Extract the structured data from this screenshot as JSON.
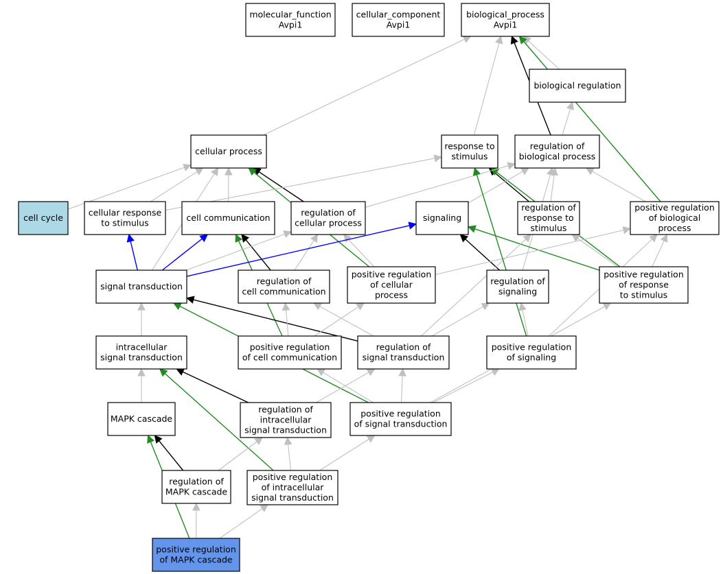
{
  "colors": {
    "background": "#ffffff",
    "node_fill": "#ffffff",
    "node_border": "#000000",
    "highlight_query": "#6495ed",
    "highlight_related": "#add8e6",
    "edge_is_a": "#c0c0c0",
    "edge_regulates": "#000000",
    "edge_positively_regulates": "#228b22",
    "edge_part_of": "#0000ff"
  },
  "nodes": [
    {
      "id": "molecular_function",
      "lines": [
        "molecular_function",
        "Avpi1"
      ],
      "fill": "#ffffff"
    },
    {
      "id": "cellular_component",
      "lines": [
        "cellular_component",
        "Avpi1"
      ],
      "fill": "#ffffff"
    },
    {
      "id": "biological_process",
      "lines": [
        "biological_process",
        "Avpi1"
      ],
      "fill": "#ffffff"
    },
    {
      "id": "biological_regulation",
      "lines": [
        "biological regulation"
      ],
      "fill": "#ffffff"
    },
    {
      "id": "cellular_process",
      "lines": [
        "cellular process"
      ],
      "fill": "#ffffff"
    },
    {
      "id": "response_to_stimulus",
      "lines": [
        "response to",
        "stimulus"
      ],
      "fill": "#ffffff"
    },
    {
      "id": "regulation_of_biological_process",
      "lines": [
        "regulation of",
        "biological process"
      ],
      "fill": "#ffffff"
    },
    {
      "id": "cell_cycle",
      "lines": [
        "cell cycle"
      ],
      "fill": "#add8e6"
    },
    {
      "id": "cellular_response_to_stimulus",
      "lines": [
        "cellular response",
        "to stimulus"
      ],
      "fill": "#ffffff"
    },
    {
      "id": "cell_communication",
      "lines": [
        "cell communication"
      ],
      "fill": "#ffffff"
    },
    {
      "id": "regulation_of_cellular_process",
      "lines": [
        "regulation of",
        "cellular process"
      ],
      "fill": "#ffffff"
    },
    {
      "id": "signaling",
      "lines": [
        "signaling"
      ],
      "fill": "#ffffff"
    },
    {
      "id": "regulation_of_response_to_stimulus",
      "lines": [
        "regulation of",
        "response to",
        "stimulus"
      ],
      "fill": "#ffffff"
    },
    {
      "id": "positive_regulation_of_biological_process",
      "lines": [
        "positive regulation",
        "of biological",
        "process"
      ],
      "fill": "#ffffff"
    },
    {
      "id": "signal_transduction",
      "lines": [
        "signal transduction"
      ],
      "fill": "#ffffff"
    },
    {
      "id": "regulation_of_cell_communication",
      "lines": [
        "regulation of",
        "cell communication"
      ],
      "fill": "#ffffff"
    },
    {
      "id": "positive_regulation_of_cellular_process",
      "lines": [
        "positive regulation",
        "of cellular",
        "process"
      ],
      "fill": "#ffffff"
    },
    {
      "id": "regulation_of_signaling",
      "lines": [
        "regulation of",
        "signaling"
      ],
      "fill": "#ffffff"
    },
    {
      "id": "positive_regulation_of_response_to_stimulus",
      "lines": [
        "positive regulation",
        "of response",
        "to stimulus"
      ],
      "fill": "#ffffff"
    },
    {
      "id": "intracellular_signal_transduction",
      "lines": [
        "intracellular",
        "signal transduction"
      ],
      "fill": "#ffffff"
    },
    {
      "id": "positive_regulation_of_cell_communication",
      "lines": [
        "positive regulation",
        "of cell communication"
      ],
      "fill": "#ffffff"
    },
    {
      "id": "regulation_of_signal_transduction",
      "lines": [
        "regulation of",
        "signal transduction"
      ],
      "fill": "#ffffff"
    },
    {
      "id": "positive_regulation_of_signaling",
      "lines": [
        "positive regulation",
        "of signaling"
      ],
      "fill": "#ffffff"
    },
    {
      "id": "mapk_cascade",
      "lines": [
        "MAPK cascade"
      ],
      "fill": "#ffffff"
    },
    {
      "id": "regulation_of_intracellular_signal_transduction",
      "lines": [
        "regulation of",
        "intracellular",
        "signal transduction"
      ],
      "fill": "#ffffff"
    },
    {
      "id": "positive_regulation_of_signal_transduction",
      "lines": [
        "positive regulation",
        "of signal transduction"
      ],
      "fill": "#ffffff"
    },
    {
      "id": "regulation_of_mapk_cascade",
      "lines": [
        "regulation of",
        "MAPK cascade"
      ],
      "fill": "#ffffff"
    },
    {
      "id": "positive_regulation_of_intracellular_signal_transduction",
      "lines": [
        "positive regulation",
        "of intracellular",
        "signal transduction"
      ],
      "fill": "#ffffff"
    },
    {
      "id": "positive_regulation_of_mapk_cascade",
      "lines": [
        "positive regulation",
        "of MAPK cascade"
      ],
      "fill": "#6495ed"
    }
  ],
  "edges": [
    {
      "from": "cellular_process",
      "to": "biological_process",
      "type": "is_a"
    },
    {
      "from": "response_to_stimulus",
      "to": "biological_process",
      "type": "is_a"
    },
    {
      "from": "regulation_of_biological_process",
      "to": "biological_process",
      "type": "regulates"
    },
    {
      "from": "biological_regulation",
      "to": "biological_process",
      "type": "is_a"
    },
    {
      "from": "positive_regulation_of_biological_process",
      "to": "biological_process",
      "type": "positively_regulates"
    },
    {
      "from": "regulation_of_biological_process",
      "to": "biological_regulation",
      "type": "is_a"
    },
    {
      "from": "cell_cycle",
      "to": "cellular_process",
      "type": "is_a"
    },
    {
      "from": "cellular_response_to_stimulus",
      "to": "cellular_process",
      "type": "is_a"
    },
    {
      "from": "cell_communication",
      "to": "cellular_process",
      "type": "is_a"
    },
    {
      "from": "regulation_of_cellular_process",
      "to": "cellular_process",
      "type": "regulates"
    },
    {
      "from": "positive_regulation_of_cellular_process",
      "to": "cellular_process",
      "type": "positively_regulates"
    },
    {
      "from": "signal_transduction",
      "to": "cellular_process",
      "type": "is_a"
    },
    {
      "from": "cellular_response_to_stimulus",
      "to": "response_to_stimulus",
      "type": "is_a"
    },
    {
      "from": "regulation_of_response_to_stimulus",
      "to": "response_to_stimulus",
      "type": "regulates"
    },
    {
      "from": "positive_regulation_of_response_to_stimulus",
      "to": "response_to_stimulus",
      "type": "positively_regulates"
    },
    {
      "from": "regulation_of_cellular_process",
      "to": "regulation_of_biological_process",
      "type": "is_a"
    },
    {
      "from": "regulation_of_response_to_stimulus",
      "to": "regulation_of_biological_process",
      "type": "is_a"
    },
    {
      "from": "positive_regulation_of_biological_process",
      "to": "regulation_of_biological_process",
      "type": "is_a"
    },
    {
      "from": "signaling",
      "to": "regulation_of_biological_process",
      "type": "is_a"
    },
    {
      "from": "regulation_of_signaling",
      "to": "regulation_of_biological_process",
      "type": "is_a"
    },
    {
      "from": "signal_transduction",
      "to": "cellular_response_to_stimulus",
      "type": "part_of"
    },
    {
      "from": "signal_transduction",
      "to": "cell_communication",
      "type": "part_of"
    },
    {
      "from": "regulation_of_cell_communication",
      "to": "cell_communication",
      "type": "regulates"
    },
    {
      "from": "positive_regulation_of_cell_communication",
      "to": "cell_communication",
      "type": "positively_regulates"
    },
    {
      "from": "signal_transduction",
      "to": "regulation_of_cellular_process",
      "type": "is_a"
    },
    {
      "from": "regulation_of_cell_communication",
      "to": "regulation_of_cellular_process",
      "type": "is_a"
    },
    {
      "from": "positive_regulation_of_cellular_process",
      "to": "regulation_of_cellular_process",
      "type": "is_a"
    },
    {
      "from": "signal_transduction",
      "to": "signaling",
      "type": "part_of"
    },
    {
      "from": "regulation_of_signaling",
      "to": "signaling",
      "type": "regulates"
    },
    {
      "from": "positive_regulation_of_response_to_stimulus",
      "to": "signaling",
      "type": "positively_regulates"
    },
    {
      "from": "positive_regulation_of_cellular_process",
      "to": "positive_regulation_of_biological_process",
      "type": "is_a"
    },
    {
      "from": "positive_regulation_of_response_to_stimulus",
      "to": "positive_regulation_of_biological_process",
      "type": "is_a"
    },
    {
      "from": "positive_regulation_of_signaling",
      "to": "positive_regulation_of_biological_process",
      "type": "is_a"
    },
    {
      "from": "positive_regulation_of_response_to_stimulus",
      "to": "regulation_of_response_to_stimulus",
      "type": "is_a"
    },
    {
      "from": "regulation_of_signal_transduction",
      "to": "regulation_of_response_to_stimulus",
      "type": "is_a"
    },
    {
      "from": "positive_regulation_of_signaling",
      "to": "response_to_stimulus",
      "type": "positively_regulates"
    },
    {
      "from": "intracellular_signal_transduction",
      "to": "signal_transduction",
      "type": "is_a"
    },
    {
      "from": "regulation_of_signal_transduction",
      "to": "signal_transduction",
      "type": "regulates"
    },
    {
      "from": "positive_regulation_of_signal_transduction",
      "to": "signal_transduction",
      "type": "positively_regulates"
    },
    {
      "from": "positive_regulation_of_cell_communication",
      "to": "regulation_of_cell_communication",
      "type": "is_a"
    },
    {
      "from": "regulation_of_signal_transduction",
      "to": "regulation_of_cell_communication",
      "type": "is_a"
    },
    {
      "from": "positive_regulation_of_cell_communication",
      "to": "positive_regulation_of_cellular_process",
      "type": "is_a"
    },
    {
      "from": "positive_regulation_of_signaling",
      "to": "regulation_of_signaling",
      "type": "is_a"
    },
    {
      "from": "regulation_of_signal_transduction",
      "to": "regulation_of_signaling",
      "type": "is_a"
    },
    {
      "from": "positive_regulation_of_signal_transduction",
      "to": "positive_regulation_of_response_to_stimulus",
      "type": "is_a"
    },
    {
      "from": "mapk_cascade",
      "to": "intracellular_signal_transduction",
      "type": "is_a"
    },
    {
      "from": "regulation_of_intracellular_signal_transduction",
      "to": "intracellular_signal_transduction",
      "type": "regulates"
    },
    {
      "from": "positive_regulation_of_intracellular_signal_transduction",
      "to": "intracellular_signal_transduction",
      "type": "positively_regulates"
    },
    {
      "from": "positive_regulation_of_signal_transduction",
      "to": "positive_regulation_of_cell_communication",
      "type": "is_a"
    },
    {
      "from": "positive_regulation_of_signal_transduction",
      "to": "regulation_of_signal_transduction",
      "type": "is_a"
    },
    {
      "from": "regulation_of_intracellular_signal_transduction",
      "to": "regulation_of_signal_transduction",
      "type": "is_a"
    },
    {
      "from": "positive_regulation_of_signal_transduction",
      "to": "positive_regulation_of_signaling",
      "type": "is_a"
    },
    {
      "from": "regulation_of_mapk_cascade",
      "to": "mapk_cascade",
      "type": "regulates"
    },
    {
      "from": "positive_regulation_of_mapk_cascade",
      "to": "mapk_cascade",
      "type": "positively_regulates"
    },
    {
      "from": "regulation_of_mapk_cascade",
      "to": "regulation_of_intracellular_signal_transduction",
      "type": "is_a"
    },
    {
      "from": "positive_regulation_of_intracellular_signal_transduction",
      "to": "regulation_of_intracellular_signal_transduction",
      "type": "is_a"
    },
    {
      "from": "positive_regulation_of_intracellular_signal_transduction",
      "to": "positive_regulation_of_signal_transduction",
      "type": "is_a"
    },
    {
      "from": "positive_regulation_of_mapk_cascade",
      "to": "regulation_of_mapk_cascade",
      "type": "is_a"
    },
    {
      "from": "positive_regulation_of_mapk_cascade",
      "to": "positive_regulation_of_intracellular_signal_transduction",
      "type": "is_a"
    }
  ]
}
